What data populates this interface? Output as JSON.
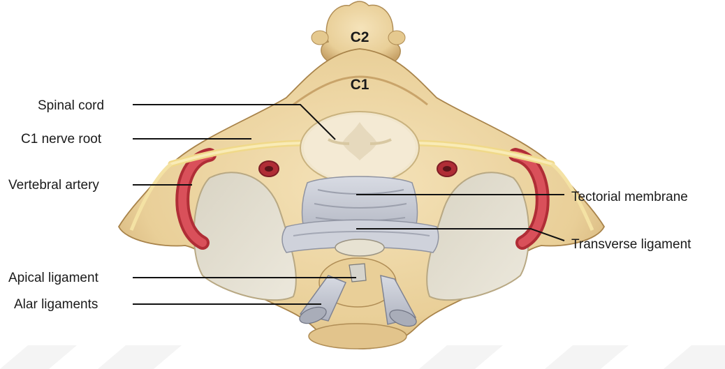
{
  "vertebra_labels": {
    "c2": "C2",
    "c1": "C1"
  },
  "left_labels": {
    "spinal_cord": "Spinal cord",
    "c1_nerve_root": "C1 nerve root",
    "vertebral_artery": "Vertebral artery",
    "apical_ligament": "Apical ligament",
    "alar_ligaments": "Alar ligaments"
  },
  "right_labels": {
    "tectorial_membrane": "Tectorial membrane",
    "transverse_ligament": "Transverse ligament"
  },
  "colors": {
    "bone": "#eed8a8",
    "bone_shadow": "#c9a46a",
    "cartilage": "#e9dfc2",
    "artery": "#c9383f",
    "nerve": "#f4df97",
    "ligament": "#c9ccd6",
    "cord": "#f2e8d2"
  }
}
